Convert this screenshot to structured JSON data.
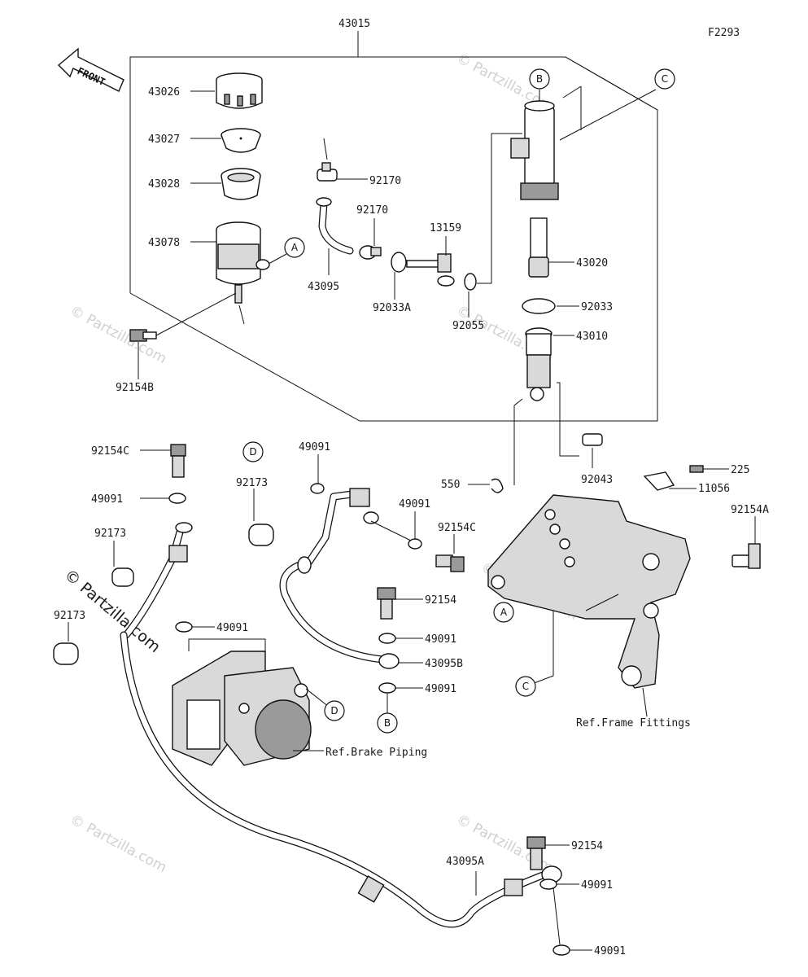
{
  "figure_code": "F2293",
  "front_arrow_text": "FRONT",
  "watermarks": [
    "© Partzilla.com",
    "© Partzilla.com",
    "© Partzilla.com",
    "© Partzilla.com",
    "© Partzilla.com",
    "© Partzilla.com",
    "© Partzilla.com"
  ],
  "callouts": [
    "43015",
    "43026",
    "43027",
    "43028",
    "43078",
    "92154B",
    "92170",
    "92170",
    "43095",
    "92033A",
    "13159",
    "92055",
    "43020",
    "92033",
    "43010",
    "92043",
    "550",
    "225",
    "11056",
    "92154A",
    "92154C",
    "49091",
    "92173",
    "49091",
    "92173",
    "92173",
    "49091",
    "49091",
    "92154C",
    "49091",
    "92154",
    "49091",
    "43095B",
    "49091",
    "92154",
    "49091",
    "43095A",
    "49091"
  ],
  "ref_labels": [
    "Ref.Frame Fittings",
    "Ref.Brake Piping"
  ],
  "circle_markers": [
    "A",
    "B",
    "C",
    "A",
    "C",
    "D",
    "D",
    "B"
  ]
}
